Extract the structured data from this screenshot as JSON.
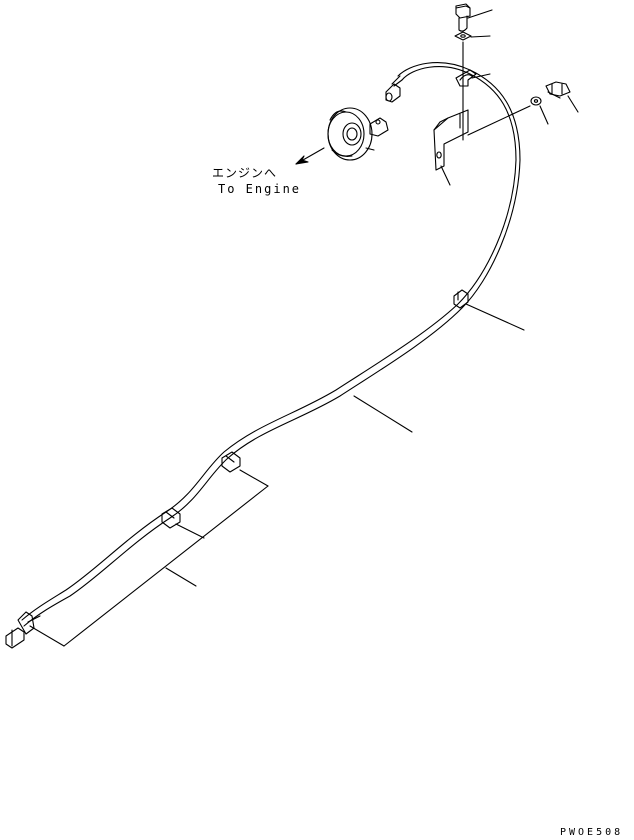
{
  "labels": {
    "engine_ja": "エンジンへ",
    "engine_en": "To Engine",
    "part_code": "PWOE508"
  },
  "colors": {
    "ink": "#000000",
    "paper": "#ffffff"
  }
}
